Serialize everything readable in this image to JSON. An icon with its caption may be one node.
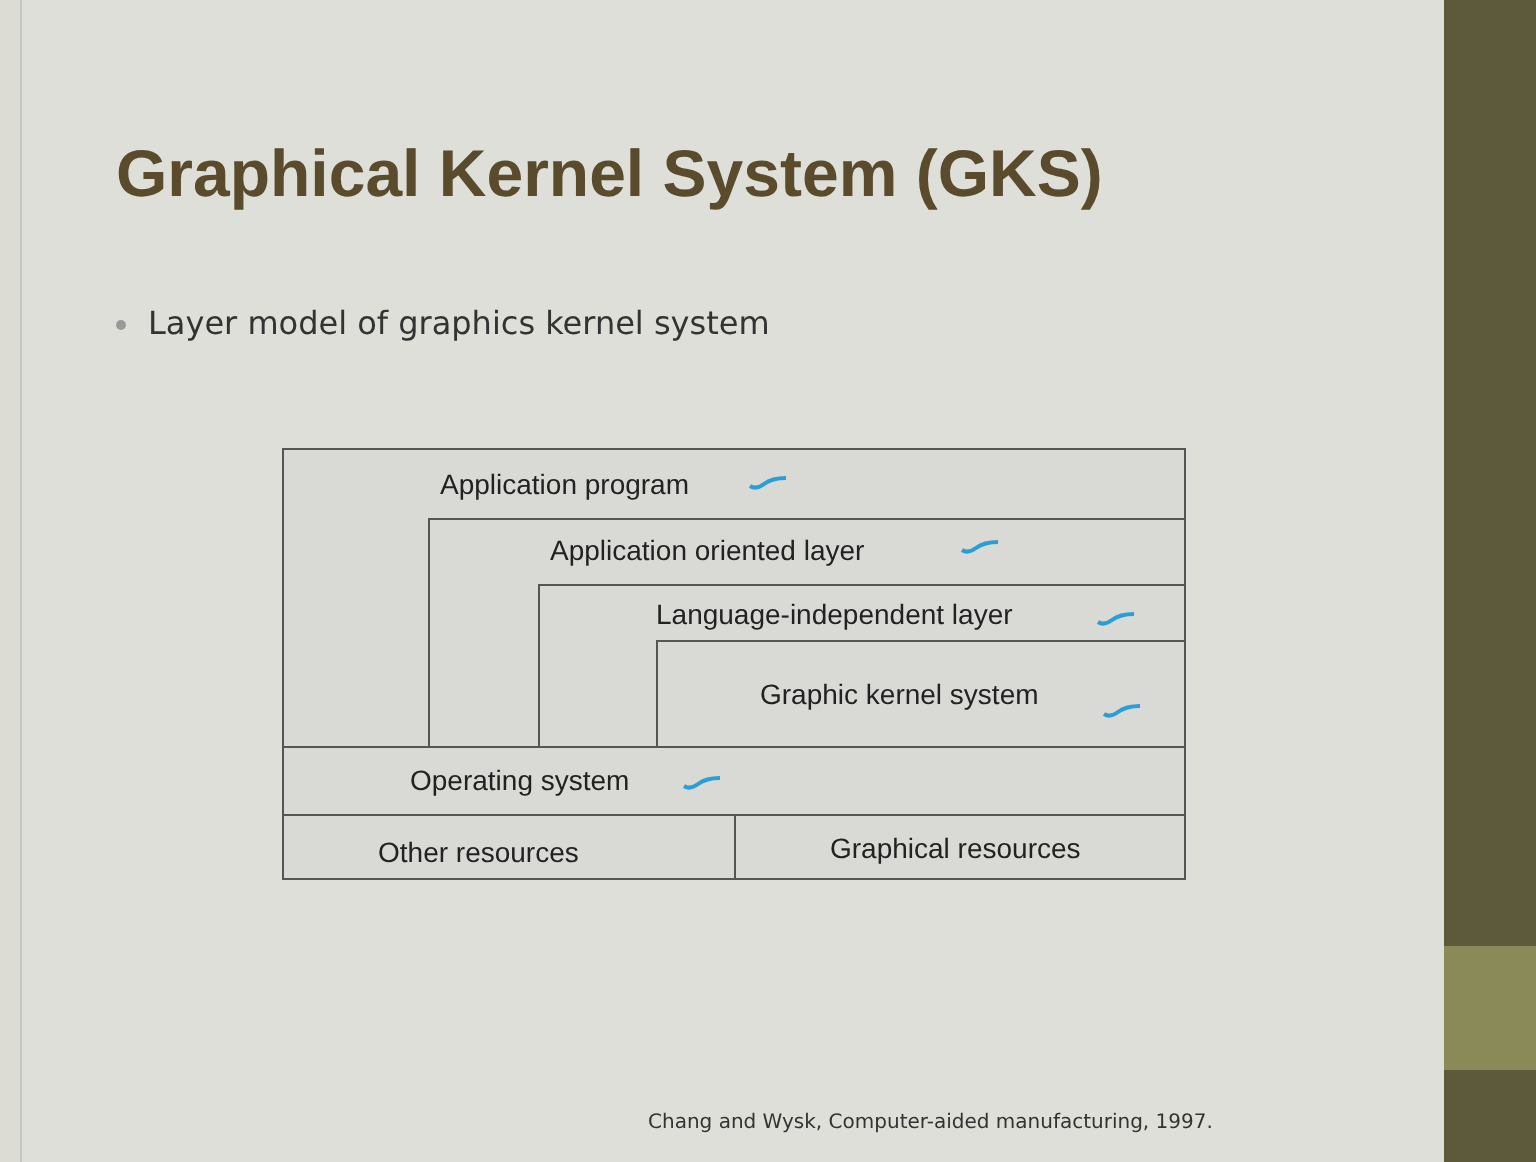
{
  "diagram": {
    "title": "Graphical Kernel System (GKS)",
    "caption": "Chang and Wysk, Computer-aided manufacturing, 1997.",
    "nodes": [
      {
        "text": [
          "Application program"
        ]
      },
      {
        "text": [
          "Application oriented layer"
        ],
        "in": 0
      },
      {
        "text": [
          "Language-independent layer"
        ],
        "in": 1
      },
      {
        "text": [
          "Graphic kernel system"
        ],
        "in": 2
      },
      {
        "text": [
          "Operating system"
        ]
      },
      {
        "text": [
          "Other resources"
        ]
      },
      {
        "text": [
          "Graphical resources"
        ]
      }
    ],
    "edges": [],
    "labels": [
      "Layer model of graphics kernel system"
    ]
  }
}
